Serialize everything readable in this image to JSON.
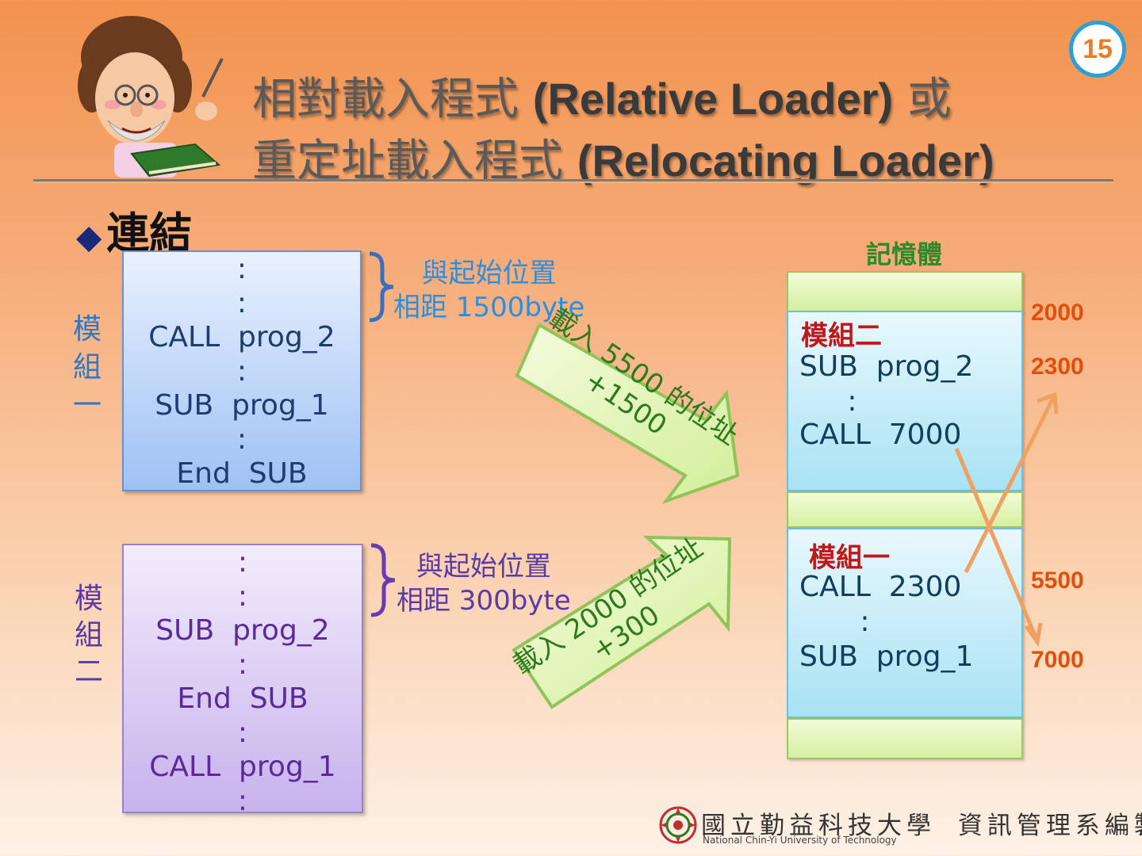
{
  "slide": {
    "page_number": "15",
    "title_line1_zh": "相對載入程式",
    "title_line1_en": "(Relative Loader)",
    "title_line1_tail": "或",
    "title_line2_zh": "重定址載入程式",
    "title_line2_en": "(Relocating Loader)",
    "bullet": "◆",
    "heading": "連結"
  },
  "module1": {
    "label_chars": [
      "模",
      "組",
      "一"
    ],
    "code_lines": [
      ":",
      ":",
      "CALL  prog_2",
      ":",
      "SUB  prog_1",
      ":",
      "End  SUB"
    ],
    "note_line1": "與起始位置",
    "note_line2": "相距 1500byte"
  },
  "module2": {
    "label_chars": [
      "模",
      "組",
      "二"
    ],
    "code_lines": [
      ":",
      ":",
      "SUB  prog_2",
      ":",
      "End  SUB",
      ":",
      "CALL  prog_1",
      ":"
    ],
    "note_line1": "與起始位置",
    "note_line2": "相距 300byte"
  },
  "arrows": {
    "upper_line1": "載入 5500 的位址",
    "upper_line2": "+1500",
    "lower_line1": "載入 2000 的位址",
    "lower_line2": "+300"
  },
  "memory": {
    "title": "記憶體",
    "block_a": {
      "heading": "模組二",
      "lines": [
        "SUB  prog_2",
        "   :",
        "CALL  7000"
      ]
    },
    "block_b": {
      "heading": "模組一",
      "lines": [
        "CALL  2300",
        "   :",
        "SUB  prog_1"
      ]
    },
    "addresses": [
      "2000",
      "2300",
      "5500",
      "7000"
    ]
  },
  "footer": {
    "school_zh": "國立勤益科技大學",
    "dept_zh": "資訊管理系編製",
    "school_en": "National Chin-Yi University of Technology"
  },
  "colors": {
    "accent_blue": "#2aa0d8",
    "address_orange": "#e0500a",
    "memory_green": "#2d8a2a",
    "cross_arrow": "#f0a060"
  }
}
